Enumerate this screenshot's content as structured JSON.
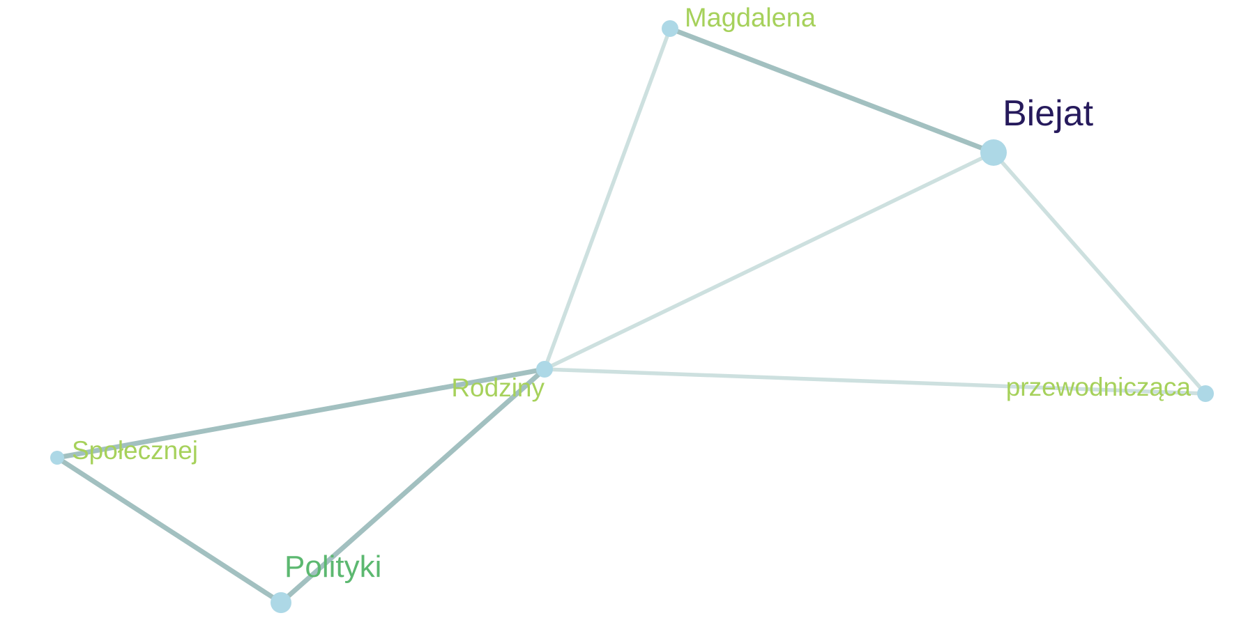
{
  "graph": {
    "nodes": [
      {
        "id": "magdalena",
        "label": "Magdalena",
        "label_color": "#a6d15b",
        "size": "small",
        "node_color": "#add8e6"
      },
      {
        "id": "biejat",
        "label": "Biejat",
        "label_color": "#261a5c",
        "size": "large",
        "node_color": "#add8e6"
      },
      {
        "id": "rodziny",
        "label": "Rodziny",
        "label_color": "#a6d15b",
        "size": "small",
        "node_color": "#add8e6"
      },
      {
        "id": "przewodniczaca",
        "label": "przewodnicząca",
        "label_color": "#a6d15b",
        "size": "small",
        "node_color": "#add8e6"
      },
      {
        "id": "spolecznej",
        "label": "Społecznej",
        "label_color": "#a6d15b",
        "size": "tiny",
        "node_color": "#add8e6"
      },
      {
        "id": "polityki",
        "label": "Polityki",
        "label_color": "#5cb870",
        "size": "medium",
        "node_color": "#add8e6"
      }
    ],
    "edges": [
      {
        "source": "magdalena",
        "target": "biejat",
        "weight": "strong",
        "color": "#a2c0c0"
      },
      {
        "source": "magdalena",
        "target": "rodziny",
        "weight": "weak",
        "color": "#cde0df"
      },
      {
        "source": "biejat",
        "target": "rodziny",
        "weight": "weak",
        "color": "#cde0df"
      },
      {
        "source": "biejat",
        "target": "przewodniczaca",
        "weight": "weak",
        "color": "#cde0df"
      },
      {
        "source": "rodziny",
        "target": "przewodniczaca",
        "weight": "weak",
        "color": "#cde0df"
      },
      {
        "source": "rodziny",
        "target": "spolecznej",
        "weight": "strong",
        "color": "#a2c0c0"
      },
      {
        "source": "rodziny",
        "target": "polityki",
        "weight": "strong",
        "color": "#a2c0c0"
      },
      {
        "source": "spolecznej",
        "target": "polityki",
        "weight": "strong",
        "color": "#a2c0c0"
      }
    ]
  }
}
